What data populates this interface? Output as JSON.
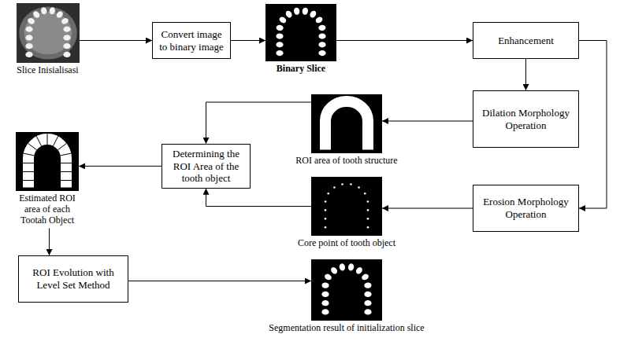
{
  "diagram": {
    "nodes": [
      {
        "text": [
          "Slice Inisialisasi"
        ]
      },
      {
        "text": [
          "Convert image to binary image"
        ]
      },
      {
        "text": [
          "Binary Slice"
        ]
      },
      {
        "text": [
          "Enhancement"
        ]
      },
      {
        "text": [
          "Dilation Morphology Operation"
        ]
      },
      {
        "text": [
          "ROI area of tooth structure"
        ]
      },
      {
        "text": [
          "Determining the ROI Area of the tooth object"
        ]
      },
      {
        "text": [
          "Estimated ROI area of each Tootah Object"
        ]
      },
      {
        "text": [
          "Erosion Morphology Operation"
        ]
      },
      {
        "text": [
          "Core point of tooth object"
        ]
      },
      {
        "text": [
          "ROI Evolution with Level Set Method"
        ]
      },
      {
        "text": [
          "Segmentation result of initialization slice"
        ]
      }
    ],
    "edges": [
      {
        "from": 0,
        "to": 1,
        "arrow": "to"
      },
      {
        "from": 1,
        "to": 2,
        "arrow": "to"
      },
      {
        "from": 2,
        "to": 3,
        "arrow": "to"
      },
      {
        "from": 3,
        "to": 4,
        "arrow": "to"
      },
      {
        "from": 3,
        "to": 8,
        "arrow": "to"
      },
      {
        "from": 4,
        "to": 5,
        "arrow": "to"
      },
      {
        "from": 5,
        "to": 6,
        "arrow": "to"
      },
      {
        "from": 6,
        "to": 7,
        "arrow": "to"
      },
      {
        "from": 8,
        "to": 9,
        "arrow": "to"
      },
      {
        "from": 9,
        "to": 6,
        "arrow": "to"
      },
      {
        "from": 7,
        "to": 10,
        "arrow": "to"
      },
      {
        "from": 10,
        "to": 11,
        "arrow": "to"
      }
    ]
  }
}
